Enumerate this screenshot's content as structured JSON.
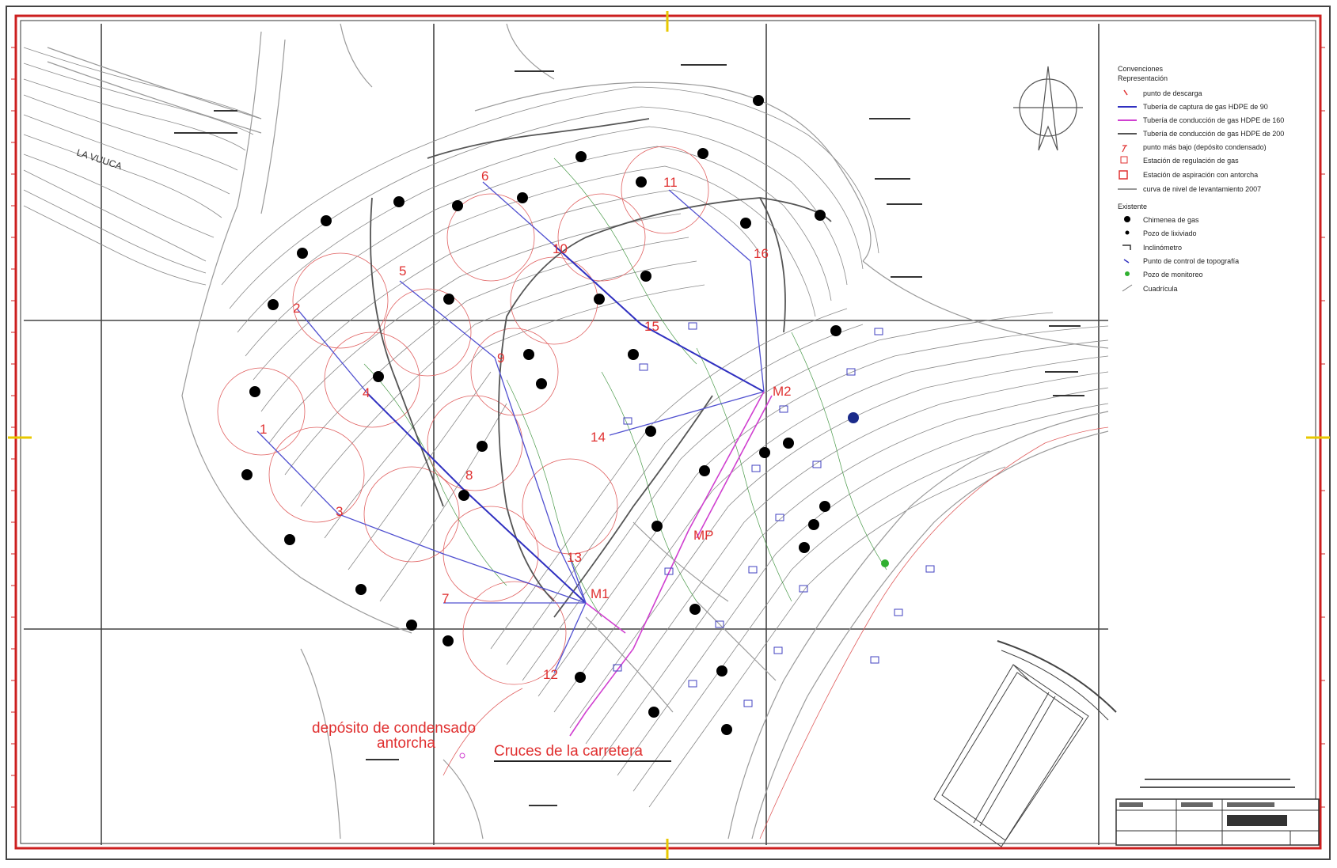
{
  "labels": {
    "place_name": "LA VUUCA",
    "deposit": "depósito de condensado",
    "torch": "antorcha",
    "road_crossing": "Cruces de la carretera",
    "m1": "M1",
    "m2": "M2",
    "mp": "MP"
  },
  "wells": [
    {
      "id": "w1",
      "label": "1"
    },
    {
      "id": "w2",
      "label": "2"
    },
    {
      "id": "w3",
      "label": "3"
    },
    {
      "id": "w4",
      "label": "4"
    },
    {
      "id": "w5",
      "label": "5"
    },
    {
      "id": "w6",
      "label": "6"
    },
    {
      "id": "w7",
      "label": "7"
    },
    {
      "id": "w8",
      "label": "8"
    },
    {
      "id": "w9",
      "label": "9"
    },
    {
      "id": "w10",
      "label": "10"
    },
    {
      "id": "w11",
      "label": "11"
    },
    {
      "id": "w12",
      "label": "12"
    },
    {
      "id": "w13",
      "label": "13"
    },
    {
      "id": "w14",
      "label": "14"
    },
    {
      "id": "w15",
      "label": "15"
    },
    {
      "id": "w16",
      "label": "16"
    }
  ],
  "legend": {
    "title": "Convenciones",
    "subtitle": "Representación",
    "items": [
      "punto de descarga",
      "Tubería de captura de gas HDPE de 90",
      "Tubería de conducción de gas HDPE de 160",
      "Tubería de conducción de gas HDPE de 200",
      "punto más bajo (depósito condensado)",
      "Estación de regulación de gas",
      "Estación de aspiración con antorcha",
      "curva de nivel de levantamiento 2007"
    ],
    "existing_title": "Existente",
    "existing_items": [
      "Chimenea de gas",
      "Pozo de lixiviado",
      "Inclinómetro",
      "Punto de control de topografía",
      "Pozo de monitoreo",
      "Cuadrícula"
    ]
  },
  "colors": {
    "red": "#e03030",
    "blue": "#3030c0",
    "magenta": "#d040d0",
    "border_red": "#cc1f1f"
  }
}
